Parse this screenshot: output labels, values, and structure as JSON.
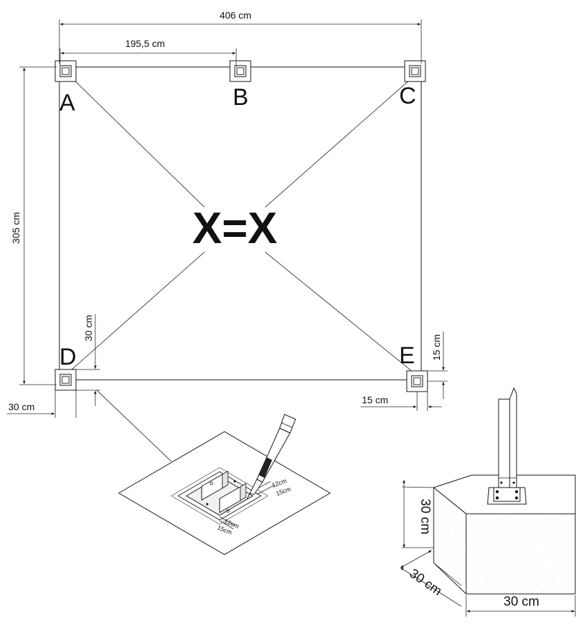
{
  "dimensions": {
    "total_width": "406 cm",
    "post_spacing": "195,5 cm",
    "total_depth": "305 cm",
    "corner_offset_vertical": "30 cm",
    "corner_offset_horizontal": "30 cm",
    "edge_offset_vertical": "15 cm",
    "edge_offset_horizontal": "15 cm"
  },
  "posts": {
    "a": "A",
    "b": "B",
    "c": "C",
    "d": "D",
    "e": "E"
  },
  "diagonal_check": "X=X",
  "detail_plate": {
    "inner_a": "12cm",
    "outer_a": "15cm",
    "inner_b": "12cm",
    "outer_b": "15cm"
  },
  "foundation": {
    "height": "30 cm",
    "depth": "30 cm",
    "width": "30 cm"
  }
}
